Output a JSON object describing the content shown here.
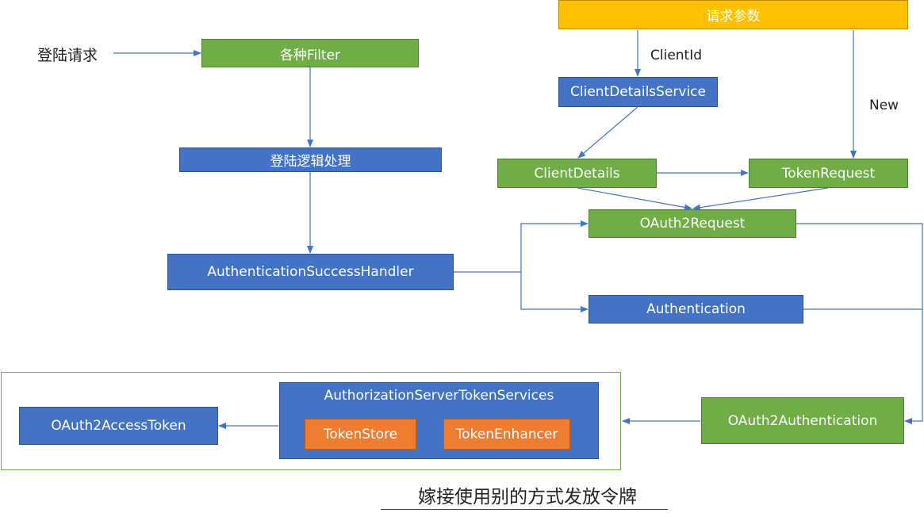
{
  "nodes": {
    "login_request": "登陆请求",
    "filters": "各种Filter",
    "login_logic": "登陆逻辑处理",
    "success_handler": "AuthenticationSuccessHandler",
    "request_params": "请求参数",
    "client_details_service": "ClientDetailsService",
    "client_details": "ClientDetails",
    "token_request": "TokenRequest",
    "oauth2_request": "OAuth2Request",
    "authentication": "Authentication",
    "oauth2_authentication": "OAuth2Authentication",
    "token_services": "AuthorizationServerTokenServices",
    "token_store": "TokenStore",
    "token_enhancer": "TokenEnhancer",
    "access_token": "OAuth2AccessToken"
  },
  "edge_labels": {
    "client_id": "ClientId",
    "new": "New"
  },
  "caption": "嫁接使用别的方式发放令牌",
  "colors": {
    "green": "#70ad47",
    "blue": "#4472c4",
    "orange": "#ed7d31",
    "yellow": "#ffc000",
    "arrow": "#4472c4"
  }
}
